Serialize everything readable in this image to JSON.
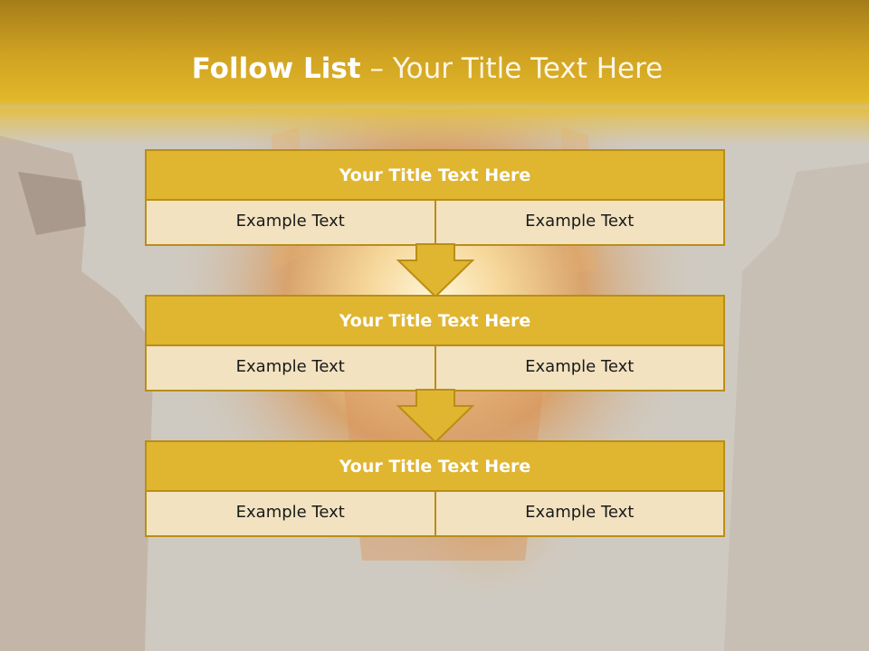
{
  "slide": {
    "title_bold": "Follow List",
    "title_rest": " – Your Title Text Here"
  },
  "steps": [
    {
      "title": "Your Title Text Here",
      "cells": [
        "Example Text",
        "Example Text"
      ]
    },
    {
      "title": "Your Title Text Here",
      "cells": [
        "Example Text",
        "Example Text"
      ]
    },
    {
      "title": "Your Title Text Here",
      "cells": [
        "Example Text",
        "Example Text"
      ]
    }
  ],
  "colors": {
    "accent": "#e0b530",
    "border": "#b98e17",
    "cell_bg": "#f2e2c0",
    "header_top": "#a47d19"
  },
  "icons": {
    "connector": "down-arrow-icon"
  }
}
